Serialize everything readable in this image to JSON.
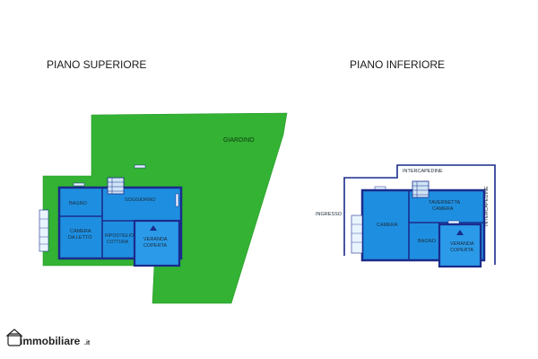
{
  "upper_floor": {
    "title": "PIANO SUPERIORE",
    "garden_label": "GIARDINO",
    "rooms": {
      "bathroom": "BAGNO",
      "living": "SOGGIORNO",
      "bedroom_line1": "CAMERA",
      "bedroom_line2": "DA LETTO",
      "closet_line1": "RIPOSTIGLIO",
      "closet_line2": "COTTURA",
      "veranda_line1": "VERANDA",
      "veranda_line2": "COPERTA"
    }
  },
  "lower_floor": {
    "title": "PIANO INFERIORE",
    "entrance_label": "INGRESSO",
    "cavity_top": "INTERCAPEDINE",
    "cavity_side": "INTERCAPEDINE",
    "rooms": {
      "room": "CAMERA",
      "kitchenette_line1": "TAVERNETTA",
      "kitchenette_line2": "CAMERA",
      "bathroom": "BAGNO",
      "veranda_line1": "VERANDA",
      "veranda_line2": "COPERTA"
    }
  },
  "logo": {
    "text": "immobiliare",
    "suffix": ".it"
  },
  "colors": {
    "garden": "#33b233",
    "room_fill": "#1e8fe0",
    "wall": "#1a2b8c"
  }
}
